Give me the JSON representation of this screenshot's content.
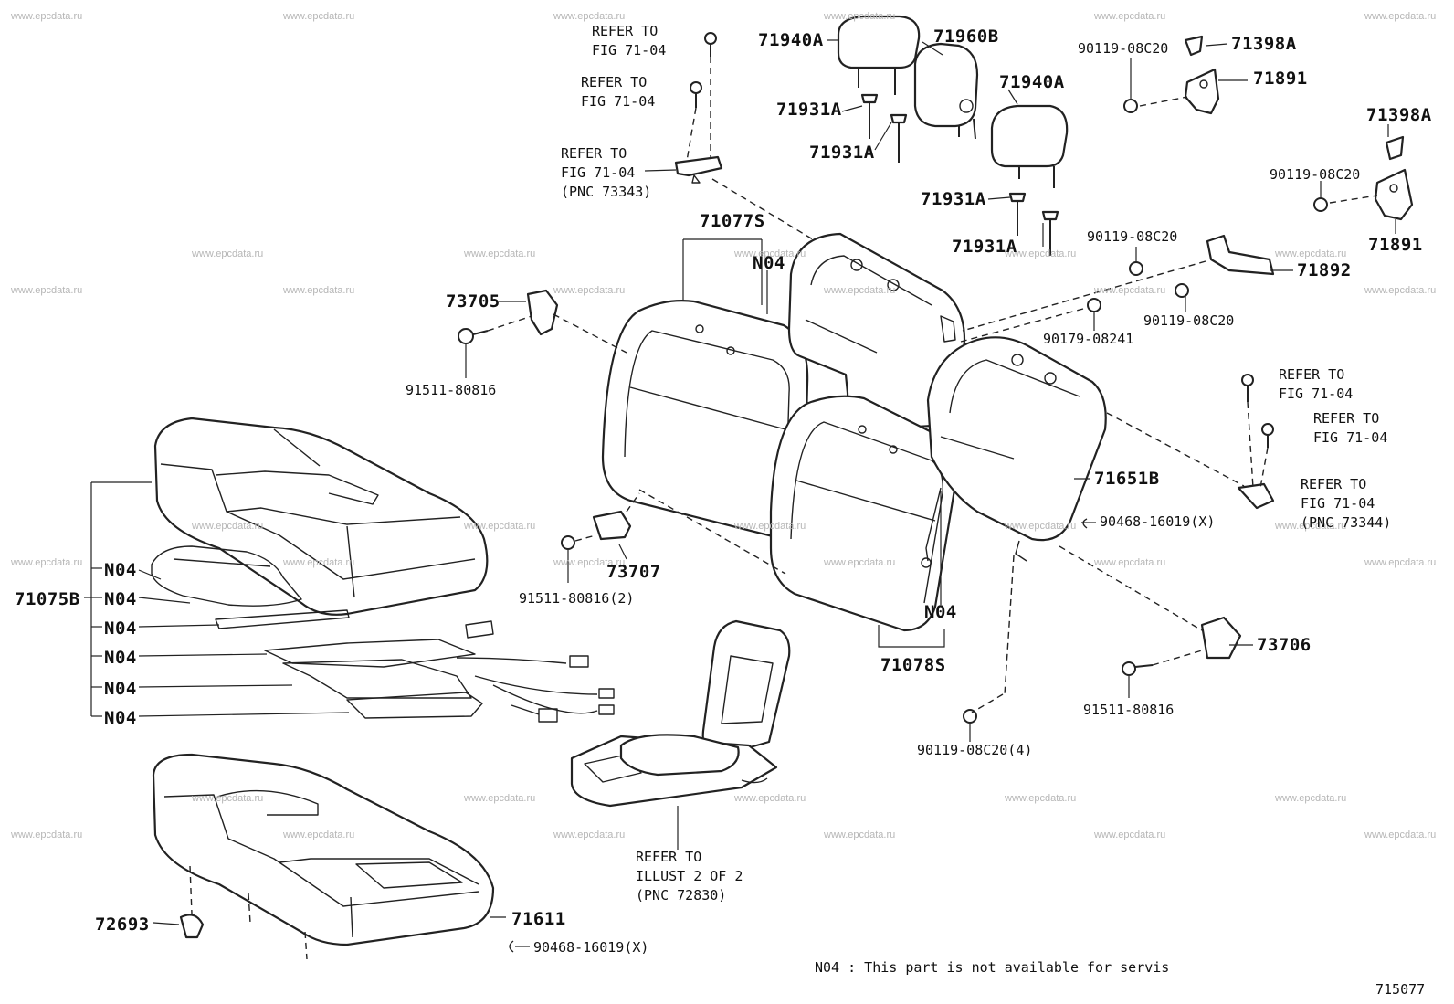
{
  "watermark": "www.epcdata.ru",
  "callouts": {
    "c71940A_1": "71940A",
    "c71960B": "71960B",
    "c71940A_2": "71940A",
    "c71931A_1": "71931A",
    "c71931A_2": "71931A",
    "c71931A_3": "71931A",
    "c71931A_4": "71931A",
    "c90119_08C20_1": "90119-08C20",
    "c71398A_1": "71398A",
    "c71891_1": "71891",
    "c71398A_2": "71398A",
    "c90119_08C20_2": "90119-08C20",
    "c71891_2": "71891",
    "c90119_08C20_3": "90119-08C20",
    "c71892": "71892",
    "c90119_08C20_4": "90119-08C20",
    "c90179_08241": "90179-08241",
    "c71077S": "71077S",
    "cN04_top": "N04",
    "c73705": "73705",
    "c91511_80816_1": "91511-80816",
    "c71651B": "71651B",
    "c90468_16019_1": "90468-16019(X)",
    "c73707": "73707",
    "c91511_80816_2": "91511-80816(2)",
    "cN04_mid": "N04",
    "c71078S": "71078S",
    "c73706": "73706",
    "c91511_80816_3": "91511-80816",
    "c90119_08C20_5": "90119-08C20(4)",
    "c71075B": "71075B",
    "cN04_1": "N04",
    "cN04_2": "N04",
    "cN04_3": "N04",
    "cN04_4": "N04",
    "cN04_5": "N04",
    "cN04_6": "N04",
    "c72693": "72693",
    "c71611": "71611",
    "c90468_16019_2": "90468-16019(X)"
  },
  "refs": {
    "r1": [
      "REFER TO",
      "FIG 71-04"
    ],
    "r2": [
      "REFER TO",
      "FIG 71-04"
    ],
    "r3": [
      "REFER TO",
      "FIG 71-04",
      "(PNC 73343)"
    ],
    "r4": [
      "REFER TO",
      "FIG 71-04"
    ],
    "r5": [
      "REFER TO",
      "FIG 71-04"
    ],
    "r6": [
      "REFER TO",
      "FIG 71-04",
      "(PNC 73344)"
    ],
    "r7": [
      "REFER TO",
      "ILLUST 2 OF 2",
      "(PNC 72830)"
    ]
  },
  "footnote": "N04 : This part is not available for servis",
  "illustration_code": "715077"
}
